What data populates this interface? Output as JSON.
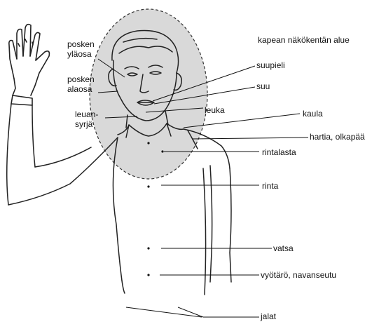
{
  "title": "kapean näkökentän alue",
  "labels": {
    "posken_ylaosa": [
      "posken",
      "yläosa"
    ],
    "posken_alaosa": [
      "posken",
      "alaosa"
    ],
    "leuan_syrja": [
      "leuan-",
      "syrjä"
    ],
    "leuka": "leuka",
    "suupieli": "suupieli",
    "suu": "suu",
    "kaula": "kaula",
    "hartia": "hartia, olkapää",
    "rintalasta": "rintalasta",
    "rinta": "rinta",
    "vatsa": "vatsa",
    "vyotaro": "vyötärö, navanseutu",
    "jalat": "jalat"
  },
  "colors": {
    "zone_fill": "#d9d9d9",
    "zone_stroke": "#333333",
    "line": "#111111"
  }
}
